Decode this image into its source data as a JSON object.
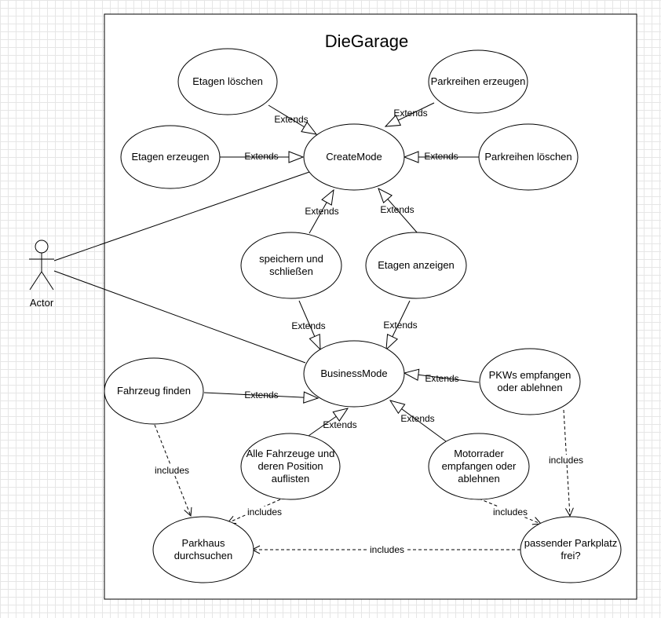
{
  "system": {
    "title": "DieGarage"
  },
  "actor": {
    "label": "Actor"
  },
  "use_cases": {
    "etagen_loeschen": [
      "Etagen löschen"
    ],
    "parkreihen_erzeugen": [
      "Parkreihen erzeugen"
    ],
    "etagen_erzeugen": [
      "Etagen erzeugen"
    ],
    "create_mode": [
      "CreateMode"
    ],
    "parkreihen_loeschen": [
      "Parkreihen löschen"
    ],
    "speichern": [
      "speichern und",
      "schließen"
    ],
    "etagen_anzeigen": [
      "Etagen anzeigen"
    ],
    "business_mode": [
      "BusinessMode"
    ],
    "fahrzeug_finden": [
      "Fahrzeug finden"
    ],
    "pkws": [
      "PKWs empfangen",
      "oder ablehnen"
    ],
    "alle_fahrzeuge": [
      "Alle Fahrzeuge und",
      "deren Position",
      "auflisten"
    ],
    "motorrader": [
      "Motorrader",
      "empfangen oder",
      "ablehnen"
    ],
    "parkhaus": [
      "Parkhaus",
      "durchsuchen"
    ],
    "passender": [
      "passender Parkplatz",
      "frei?"
    ]
  },
  "relations": {
    "extends_label": "Extends",
    "includes_label": "includes"
  }
}
